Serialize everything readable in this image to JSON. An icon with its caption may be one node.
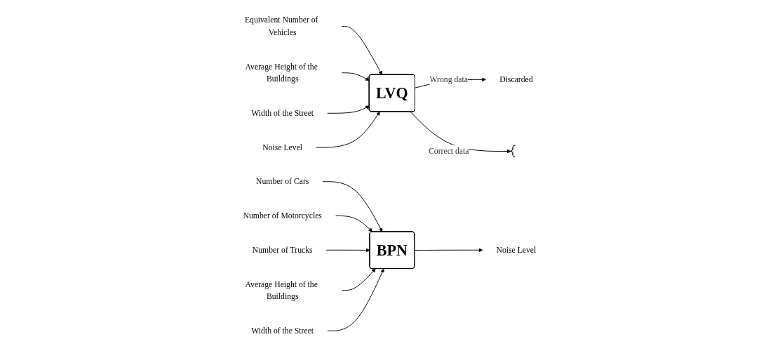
{
  "diagram": {
    "nodes": [
      {
        "text": [
          "Equivalent Number of Vehicles"
        ]
      },
      {
        "text": [
          "Average Height of the Buildings"
        ]
      },
      {
        "text": [
          "Width of the Street"
        ]
      },
      {
        "text": [
          "Noise Level"
        ]
      },
      {
        "text": [
          "LVQ"
        ]
      },
      {
        "text": [
          "Discarded"
        ]
      },
      {
        "text": [],
        "shape": "brace"
      },
      {
        "text": [
          "Number of Cars"
        ]
      },
      {
        "text": [
          "Number of Motorcycles"
        ]
      },
      {
        "text": [
          "Number of Trucks"
        ]
      },
      {
        "text": [
          "Average Height of the Buildings"
        ]
      },
      {
        "text": [
          "Width of the Street"
        ]
      },
      {
        "text": [
          "BPN"
        ]
      },
      {
        "text": [
          "Noise Level"
        ]
      }
    ],
    "edges": [
      {
        "from": 0,
        "to": 4,
        "arrow": "to"
      },
      {
        "from": 1,
        "to": 4,
        "arrow": "to"
      },
      {
        "from": 2,
        "to": 4,
        "arrow": "to"
      },
      {
        "from": 3,
        "to": 4,
        "arrow": "to"
      },
      {
        "from": 4,
        "to": 5,
        "label": "Wrong data",
        "arrow": "to"
      },
      {
        "from": 4,
        "to": 6,
        "label": "Correct data",
        "arrow": "to"
      },
      {
        "from": 7,
        "to": 12,
        "arrow": "to"
      },
      {
        "from": 8,
        "to": 12,
        "arrow": "to"
      },
      {
        "from": 9,
        "to": 12,
        "arrow": "to"
      },
      {
        "from": 10,
        "to": 12,
        "arrow": "to"
      },
      {
        "from": 11,
        "to": 12,
        "arrow": "to"
      },
      {
        "from": 12,
        "to": 13,
        "arrow": "to"
      }
    ]
  }
}
